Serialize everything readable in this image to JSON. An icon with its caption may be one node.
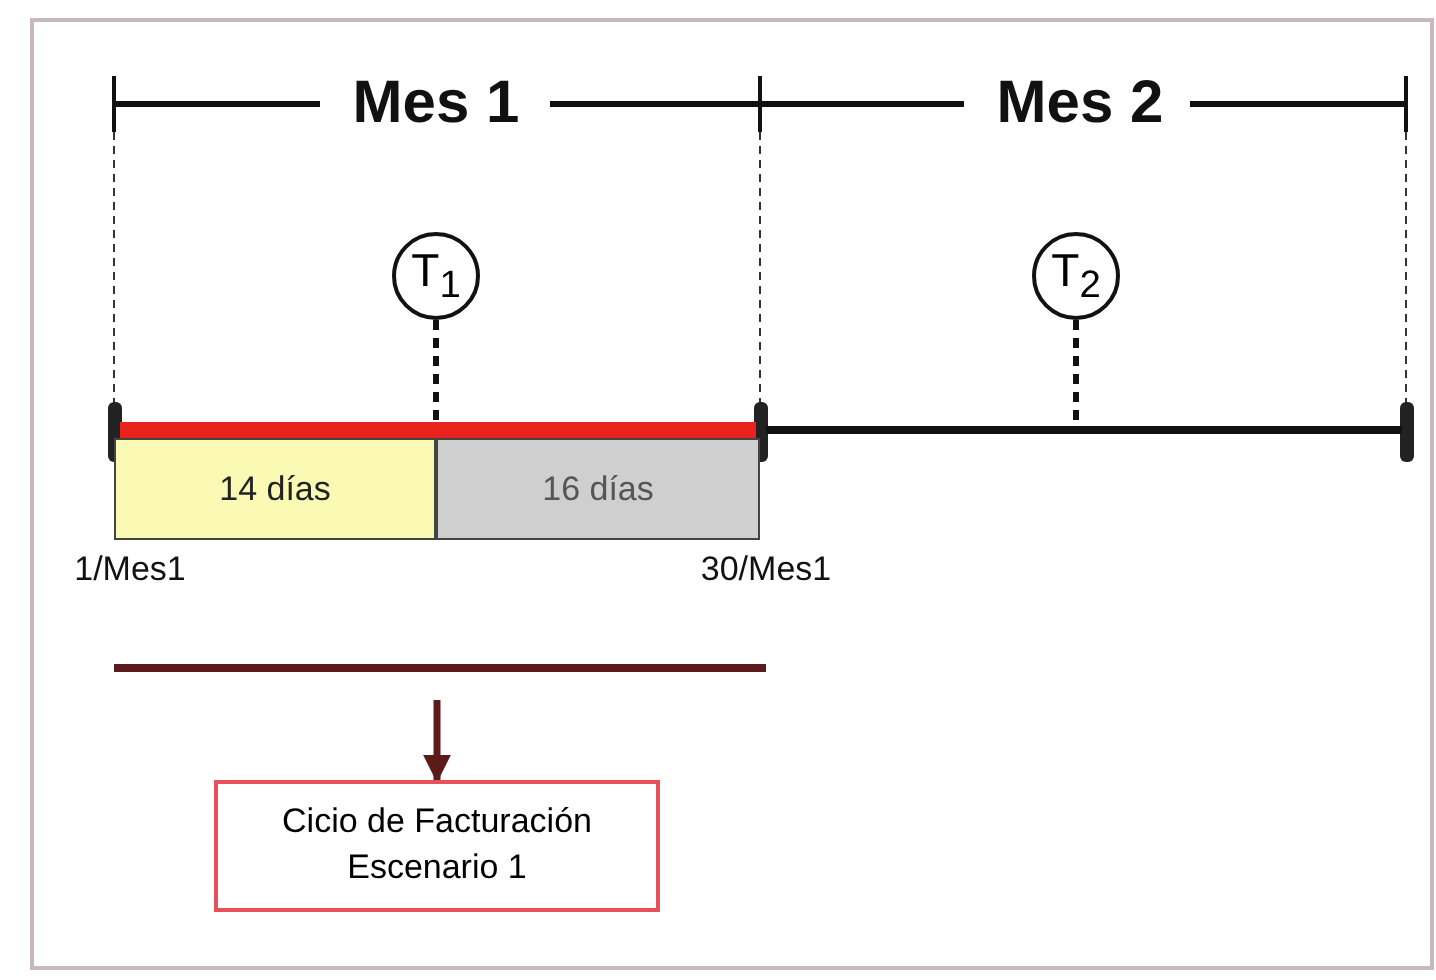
{
  "diagram": {
    "nodes": [
      {
        "text": [
          "T$_{1}$"
        ]
      },
      {
        "text": [
          "T$_{2}$"
        ]
      },
      {
        "text": [],
        "shape": "bar"
      },
      {
        "text": [],
        "shape": "bar"
      },
      {
        "text": [
          "14 días"
        ]
      },
      {
        "text": [
          "16 días"
        ]
      },
      {
        "text": [],
        "shape": "bar"
      },
      {
        "text": [
          "Cicio de Facturación Escenario 1"
        ]
      }
    ],
    "edges": [
      {
        "from": 0,
        "to": 2,
        "arrow": "none",
        "style": "dashed"
      },
      {
        "from": 1,
        "to": 3,
        "arrow": "none",
        "style": "dashed"
      },
      {
        "from": 6,
        "to": 7,
        "arrow": "to",
        "color": "#5c1a1a"
      }
    ],
    "labels": [
      "Mes 1",
      "Mes 2",
      "1/Mes1",
      "30/Mes1"
    ]
  }
}
